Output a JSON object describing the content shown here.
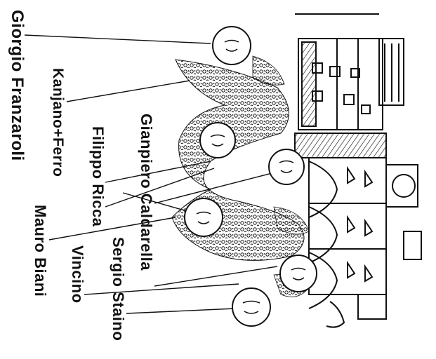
{
  "labels": {
    "franzaroli": "Giorgio Franzaroli",
    "kanjano": "Kanjano+Ferro",
    "ricca": "Filippo Ricca",
    "bianli": "Mauro Biani",
    "caldarella": "Gianpiero Caldarella",
    "staino": "Sergio Staino",
    "vincino": "Vincino"
  },
  "colors": {
    "ink": "#111111",
    "paper": "#ffffff"
  }
}
